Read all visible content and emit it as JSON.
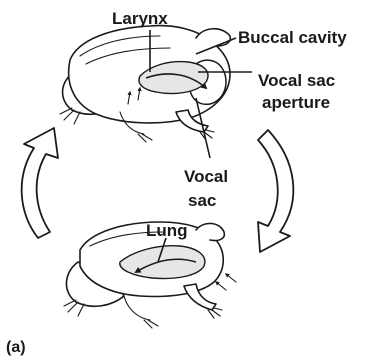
{
  "labels": {
    "larynx": "Larynx",
    "buccal_cavity": "Buccal cavity",
    "vocal_sac_aperture_line1": "Vocal sac",
    "vocal_sac_aperture_line2": "aperture",
    "vocal_sac_line1": "Vocal",
    "vocal_sac_line2": "sac",
    "lung": "Lung",
    "panel": "(a)"
  }
}
